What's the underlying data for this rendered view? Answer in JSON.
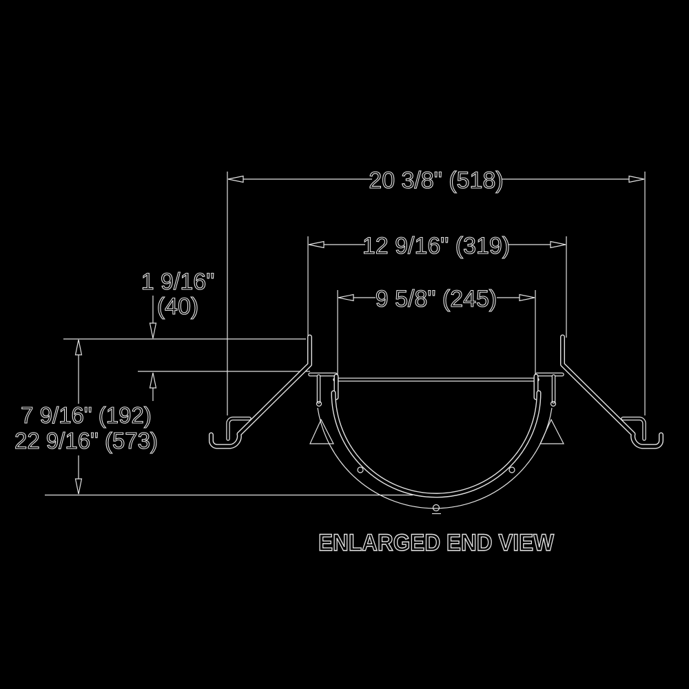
{
  "title": "ENLARGED END VIEW",
  "colors": {
    "background": "#000000",
    "line": "#e4e4e4"
  },
  "dimensions": {
    "overall_width": {
      "label": "20 3/8\" (518)"
    },
    "hanger_width": {
      "label": "12 9/16\" (319)"
    },
    "opening_width": {
      "label": "9 5/8\" (245)"
    },
    "top_offset_in": {
      "label": "1 9/16\""
    },
    "top_offset_mm": {
      "label": "(40)"
    },
    "depth_primary": {
      "label": "7 9/16\" (192)"
    },
    "depth_secondary": {
      "label": "22 9/16\" (573)"
    }
  }
}
